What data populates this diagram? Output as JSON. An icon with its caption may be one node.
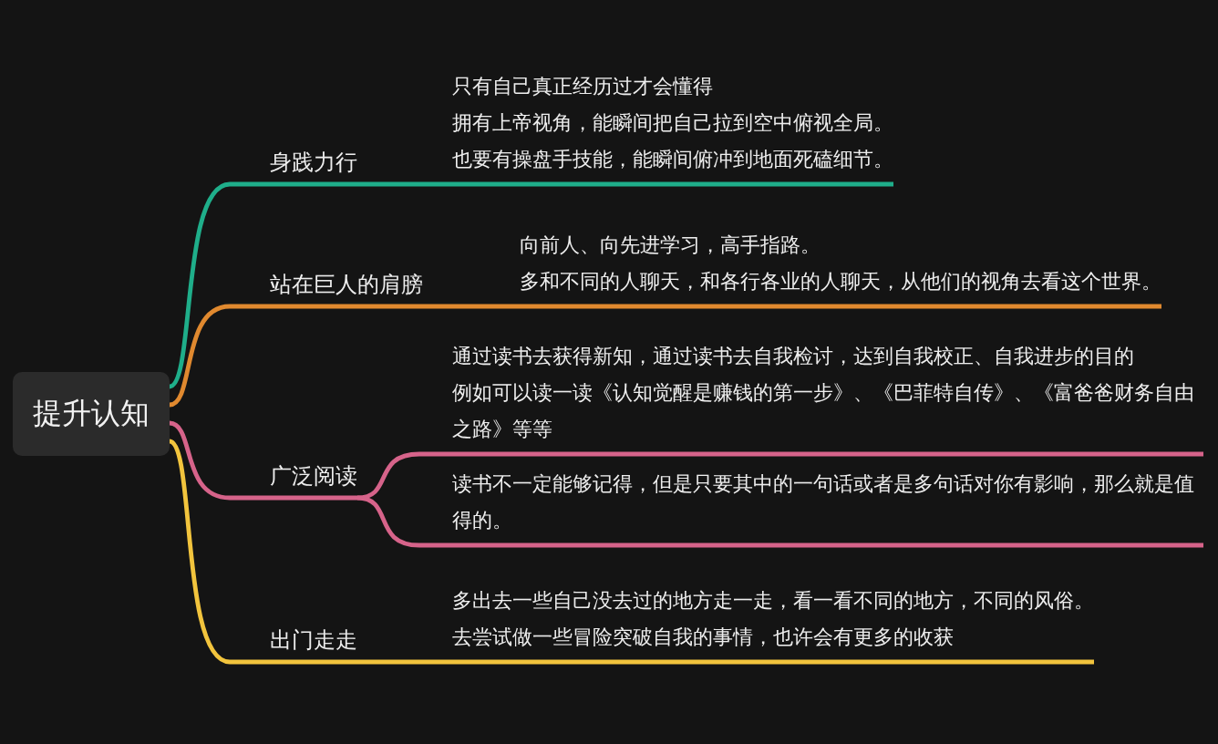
{
  "diagram": {
    "nodes": [
      {
        "text": [
          "提升认知"
        ]
      },
      {
        "text": [
          "身践力行"
        ]
      },
      {
        "text": [
          "只有自己真正经历过才会懂得",
          "拥有上帝视角，能瞬间把自己拉到空中俯视全局。",
          "也要有操盘手技能，能瞬间俯冲到地面死磕细节。"
        ]
      },
      {
        "text": [
          "站在巨人的肩膀"
        ]
      },
      {
        "text": [
          "向前人、向先进学习，高手指路。",
          "多和不同的人聊天，和各行各业的人聊天，从他们的视角去看这个世界。"
        ]
      },
      {
        "text": [
          "广泛阅读"
        ]
      },
      {
        "text": [
          "通过读书去获得新知，通过读书去自我检讨，达到自我校正、自我进步的目的",
          "例如可以读一读《认知觉醒是赚钱的第一步》、《巴菲特自传》、《富爸爸财务自由之路》等等"
        ]
      },
      {
        "text": [
          "读书不一定能够记得，但是只要其中的一句话或者是多句话对你有影响，那么就是值得的。"
        ]
      },
      {
        "text": [
          "出门走走"
        ]
      },
      {
        "text": [
          "多出去一些自己没去过的地方走一走，看一看不同的地方，不同的风俗。",
          "去尝试做一些冒险突破自我的事情，也许会有更多的收获"
        ]
      }
    ],
    "edges": [
      {
        "from": 0,
        "to": 1,
        "arrow": "none",
        "color": "#1fae8a"
      },
      {
        "from": 1,
        "to": 2,
        "arrow": "none",
        "color": "#1fae8a"
      },
      {
        "from": 0,
        "to": 3,
        "arrow": "none",
        "color": "#e0892f"
      },
      {
        "from": 3,
        "to": 4,
        "arrow": "none",
        "color": "#e0892f"
      },
      {
        "from": 0,
        "to": 5,
        "arrow": "none",
        "color": "#d6638a"
      },
      {
        "from": 5,
        "to": 6,
        "arrow": "none",
        "color": "#d6638a"
      },
      {
        "from": 5,
        "to": 7,
        "arrow": "none",
        "color": "#d6638a"
      },
      {
        "from": 0,
        "to": 8,
        "arrow": "none",
        "color": "#f2c43d"
      },
      {
        "from": 8,
        "to": 9,
        "arrow": "none",
        "color": "#f2c43d"
      }
    ]
  }
}
